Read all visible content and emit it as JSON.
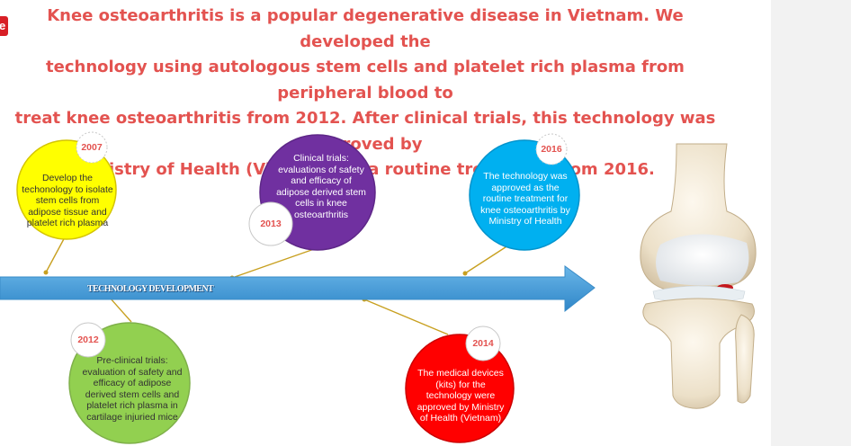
{
  "headline_lines": [
    "Knee osteoarthritis is a popular degenerative disease in Vietnam. We developed the",
    "technology using autologous stem cells and platelet rich plasma from peripheral blood to",
    "treat knee osteoarthritis from 2012. After clinical trials, this technology was approved by",
    "Ministry of Health (Vietnam) as a routine treatment from 2016."
  ],
  "corner_tag": "e",
  "arrow_label": "TECHNOLOGY DEVELOPMENT",
  "milestones": [
    {
      "year": "2007",
      "lines": [
        "Develop the",
        "techonology to isolate",
        "stem cells from",
        "adipose tissue and",
        "platelet rich plasma"
      ],
      "color": "#ffff00",
      "text_color": "#333333"
    },
    {
      "year": "2012",
      "lines": [
        "Pre-clinical trials:",
        "evaluation of safety and",
        "efficacy of adipose",
        "derived stem cells and",
        "platelet rich plasma in",
        "cartilage injuried mice"
      ],
      "color": "#92d050",
      "text_color": "#333333"
    },
    {
      "year": "2013",
      "lines": [
        "Clinical trials:",
        "evaluations of safety",
        "and efficacy of",
        "adipose derived stem",
        "cells in knee",
        "osteoarthritis"
      ],
      "color": "#7030a0",
      "text_color": "#ffffff"
    },
    {
      "year": "2014",
      "lines": [
        "The medical devices",
        "(kits) for the",
        "technology were",
        "approved by Ministry",
        "of Health (Vietnam)"
      ],
      "color": "#ff0000",
      "text_color": "#ffffff"
    },
    {
      "year": "2016",
      "lines": [
        "The technology was",
        "approved as the",
        "routine treatment for",
        "knee osteoarthritis by",
        "Ministry of Health"
      ],
      "color": "#00b0f0",
      "text_color": "#ffffff"
    }
  ],
  "colors": {
    "headline": "#e35350",
    "arrow": "#4a9fd8",
    "connector": "#c8a020"
  },
  "icons": [
    "knee-joint-illustration"
  ]
}
